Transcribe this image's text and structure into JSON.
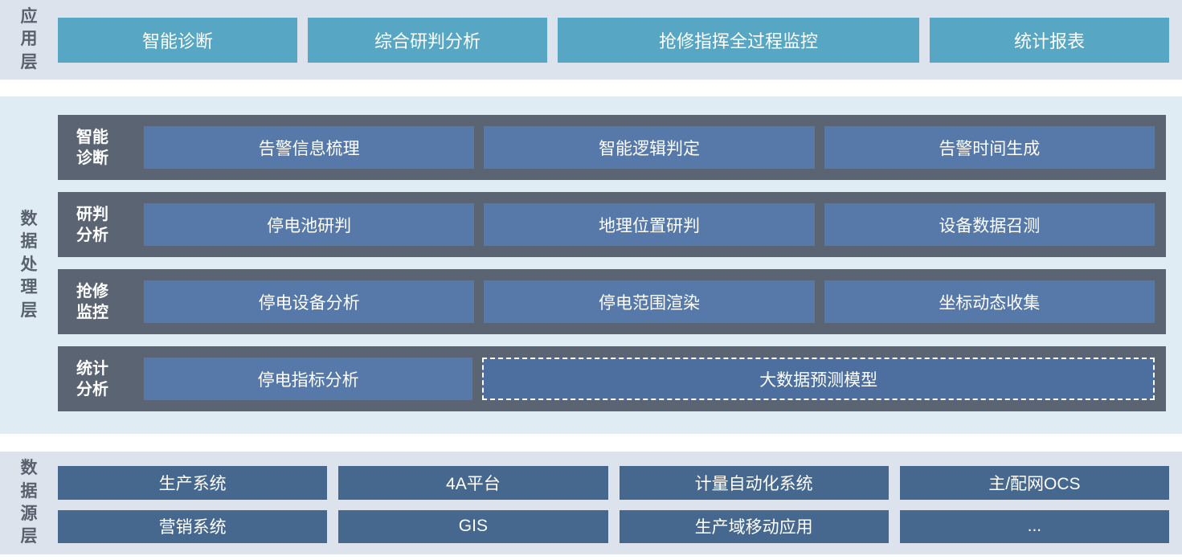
{
  "palette": {
    "section_bg_gray": "#dde3ec",
    "section_bg_blue": "#dfecf4",
    "app_button_teal": "#57a6c4",
    "row_dark_slate": "#5b6472",
    "inner_box_blue": "#5679a9",
    "dashed_box_blue": "#4d6fa0",
    "source_box_navy": "#46688f",
    "side_label_text": "#59616e",
    "box_text": "#ffffff"
  },
  "layers": {
    "app": {
      "side_label": "应用层",
      "items": [
        "智能诊断",
        "综合研判分析",
        "抢修指挥全过程监控",
        "统计报表"
      ]
    },
    "processing": {
      "side_label": "数据处理层",
      "rows": [
        {
          "label": "智能\n诊断",
          "items": [
            "告警信息梳理",
            "智能逻辑判定",
            "告警时间生成"
          ]
        },
        {
          "label": "研判\n分析",
          "items": [
            "停电池研判",
            "地理位置研判",
            "设备数据召测"
          ]
        },
        {
          "label": "抢修\n监控",
          "items": [
            "停电设备分析",
            "停电范围渲染",
            "坐标动态收集"
          ]
        },
        {
          "label": "统计\n分析",
          "items": [
            "停电指标分析"
          ],
          "dashed_item": "大数据预测模型"
        }
      ]
    },
    "source": {
      "side_label": "数据源层",
      "rows": [
        [
          "生产系统",
          "4A平台",
          "计量自动化系统",
          "主/配网OCS"
        ],
        [
          "营销系统",
          "GIS",
          "生产域移动应用",
          "..."
        ]
      ]
    }
  }
}
